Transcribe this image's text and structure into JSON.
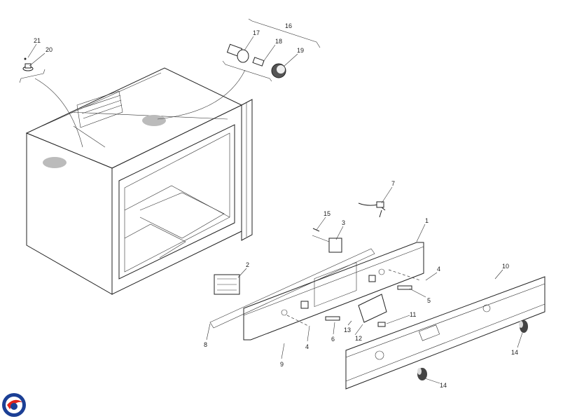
{
  "diagram": {
    "title": "Oven control panel exploded parts diagram",
    "part_labels": [
      "1",
      "2",
      "3",
      "4",
      "4",
      "5",
      "6",
      "7",
      "8",
      "9",
      "10",
      "11",
      "12",
      "13",
      "14",
      "14",
      "15",
      "16",
      "17",
      "18",
      "19",
      "20",
      "21"
    ]
  },
  "logo": {
    "colors": [
      "#1b3f95",
      "#e2231a"
    ]
  }
}
